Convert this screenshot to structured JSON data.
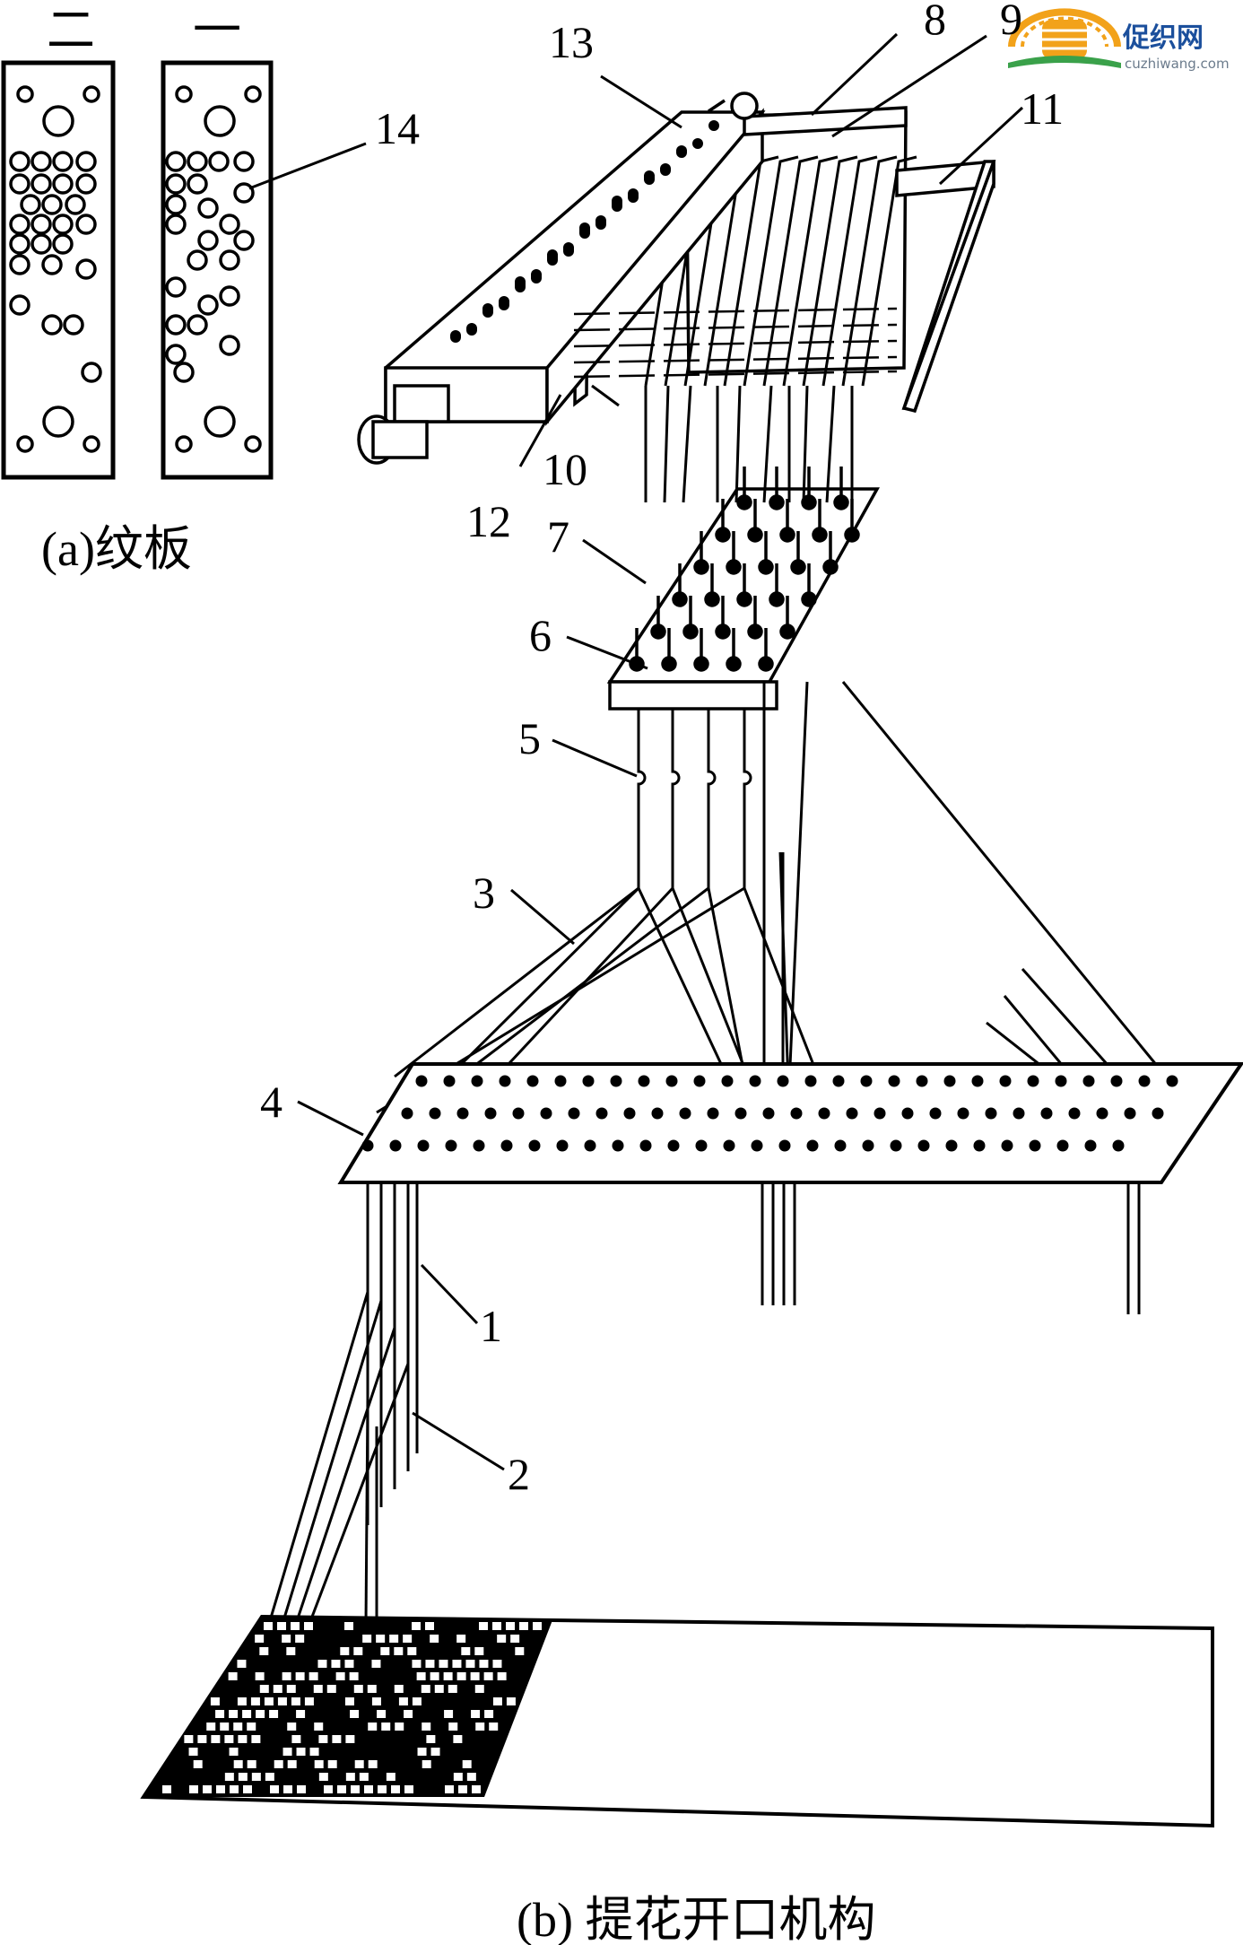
{
  "watermark": {
    "name_cn": "促织网",
    "url": "cuzhiwang.com",
    "brand_color": "#1b4f9c",
    "accent_color": "#f2a21a",
    "green_color": "#3aa14a"
  },
  "panel_a": {
    "card_titles": [
      "二",
      "一"
    ],
    "caption": "(a)纹板"
  },
  "panel_b": {
    "caption": "(b) 提花开口机构"
  },
  "labels": [
    "1",
    "2",
    "3",
    "4",
    "5",
    "6",
    "7",
    "8",
    "9",
    "10",
    "11",
    "12",
    "13",
    "14"
  ]
}
